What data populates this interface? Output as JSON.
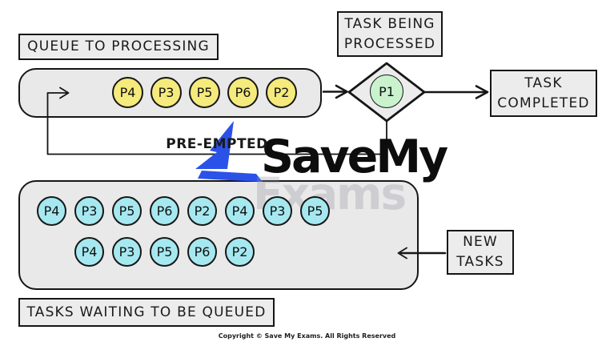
{
  "colors": {
    "line": "#161616",
    "box_fill": "#ececec",
    "panel_fill": "#e9e9e9",
    "queue_item": "#f5ea7c",
    "waiting_item": "#a6e8f0",
    "processing_item": "#c9f2cd",
    "logo_blue": "#2b52e8"
  },
  "labels": {
    "queue_to_processing": "QUEUE TO PROCESSING",
    "task_being_processed": "TASK BEING PROCESSED",
    "task_completed": "TASK COMPLETED",
    "tasks_waiting_to_be_queued": "TASKS WAITING TO BE QUEUED",
    "new_tasks": "NEW TASKS",
    "pre_empted": "PRE-EMPTED"
  },
  "queue_items": [
    "P4",
    "P3",
    "P5",
    "P6",
    "P2"
  ],
  "processing_item": "P1",
  "waiting_items_row1": [
    "P4",
    "P3",
    "P5",
    "P6",
    "P2",
    "P4",
    "P3",
    "P5"
  ],
  "waiting_items_row2": [
    "P4",
    "P3",
    "P5",
    "P6",
    "P2"
  ],
  "watermark": {
    "line1": "SaveMy",
    "line2": "Exams"
  },
  "footer": {
    "copyright": "Copyright © Save My Exams. All Rights Reserved"
  }
}
